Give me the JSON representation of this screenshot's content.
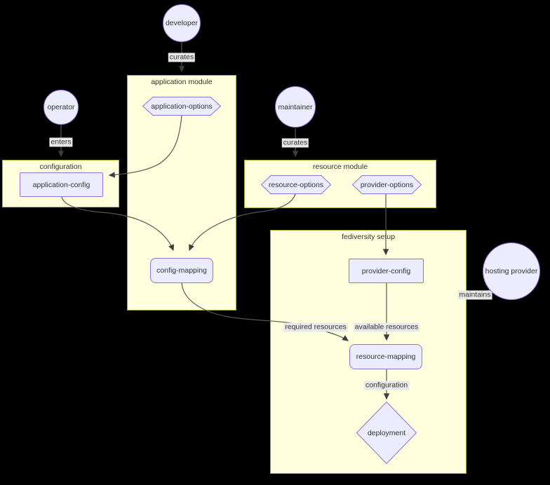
{
  "diagram": {
    "background": "#000000",
    "node_fill": "#ECECFF",
    "node_border": "#9370DB",
    "subgraph_fill": "#FFFFDE",
    "subgraph_border": "#AAAA33",
    "edge_color": "#555555",
    "arrow_color": "#3d3d3d",
    "edge_label_bg": "#E8E8E8",
    "text_color": "#333333"
  },
  "subgraphs": {
    "application_module": {
      "title": "application module"
    },
    "configuration": {
      "title": "configuration"
    },
    "resource_module": {
      "title": "resource module"
    },
    "fediversity_setup": {
      "title": "fediversity setup"
    }
  },
  "nodes": {
    "developer": {
      "label": "developer",
      "shape": "circle"
    },
    "operator": {
      "label": "operator",
      "shape": "circle"
    },
    "maintainer": {
      "label": "maintainer",
      "shape": "circle"
    },
    "hosting_provider": {
      "label": "hosting provider",
      "shape": "circle"
    },
    "application_options": {
      "label": "application-options",
      "shape": "hexagon"
    },
    "resource_options": {
      "label": "resource-options",
      "shape": "hexagon"
    },
    "provider_options": {
      "label": "provider-options",
      "shape": "hexagon"
    },
    "application_config": {
      "label": "application-config",
      "shape": "rect"
    },
    "provider_config": {
      "label": "provider-config",
      "shape": "rect"
    },
    "config_mapping": {
      "label": "config-mapping",
      "shape": "rounded-rect"
    },
    "resource_mapping": {
      "label": "resource-mapping",
      "shape": "rounded-rect"
    },
    "deployment": {
      "label": "deployment",
      "shape": "diamond"
    }
  },
  "edges": {
    "developer_curates": {
      "label": "curates",
      "from": "developer",
      "to": "application_module"
    },
    "operator_enters": {
      "label": "enters",
      "from": "operator",
      "to": "configuration"
    },
    "maintainer_curates": {
      "label": "curates",
      "from": "maintainer",
      "to": "resource_module"
    },
    "hosting_maintains": {
      "label": "maintains",
      "from": "hosting_provider",
      "to": "fediversity_setup"
    },
    "required_resources": {
      "label": "required resources",
      "from": "config_mapping",
      "to": "resource_mapping"
    },
    "available_resources": {
      "label": "available resources",
      "from": "provider_config",
      "to": "resource_mapping"
    },
    "deploy_configuration": {
      "label": "configuration",
      "from": "resource_mapping",
      "to": "deployment"
    }
  }
}
